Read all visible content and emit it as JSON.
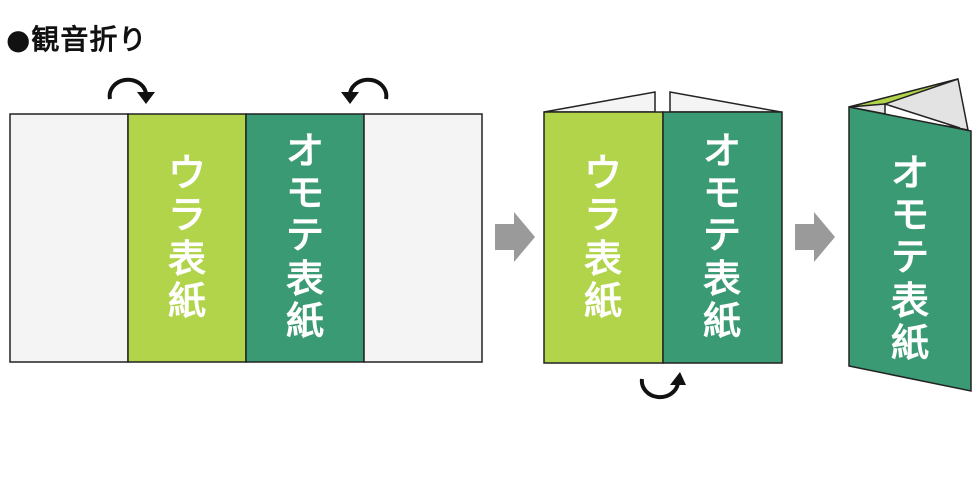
{
  "title": "●観音折り",
  "colors": {
    "back_cover": "#b1d44b",
    "front_cover": "#3a9a73",
    "inner_panel": "#f4f4f4",
    "outline": "#222222",
    "step_arrow": "#9a9a9a",
    "fold_arrow": "#111111",
    "inner_flap": "#e3e3e3"
  },
  "step1": {
    "panels": [
      {
        "name": "left-flap",
        "label": ""
      },
      {
        "name": "back-cover",
        "label": "ウラ表紙"
      },
      {
        "name": "front-cover",
        "label": "オモテ表紙"
      },
      {
        "name": "right-flap",
        "label": ""
      }
    ],
    "fold_arrows": [
      "fold-right-clockwise",
      "fold-left-counterclockwise"
    ]
  },
  "step2": {
    "panels": [
      {
        "name": "back-cover",
        "label": "ウラ表紙"
      },
      {
        "name": "front-cover",
        "label": "オモテ表紙"
      }
    ],
    "fold_arrows": [
      "fold-under-arrow"
    ]
  },
  "step3": {
    "panels": [
      {
        "name": "front-cover",
        "label": "オモテ表紙"
      }
    ]
  },
  "step_arrows": [
    "right-arrow",
    "right-arrow"
  ]
}
